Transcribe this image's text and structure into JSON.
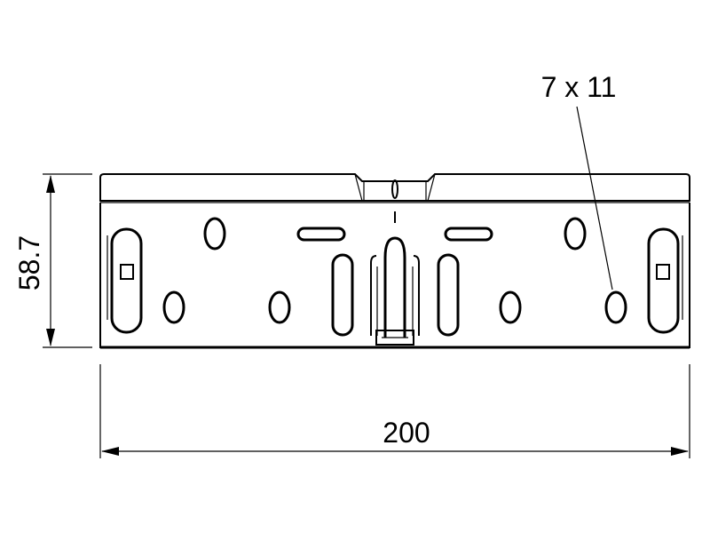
{
  "dimensions": {
    "height_label": "58.7",
    "width_label": "200",
    "hole_label": "7 x 11"
  }
}
